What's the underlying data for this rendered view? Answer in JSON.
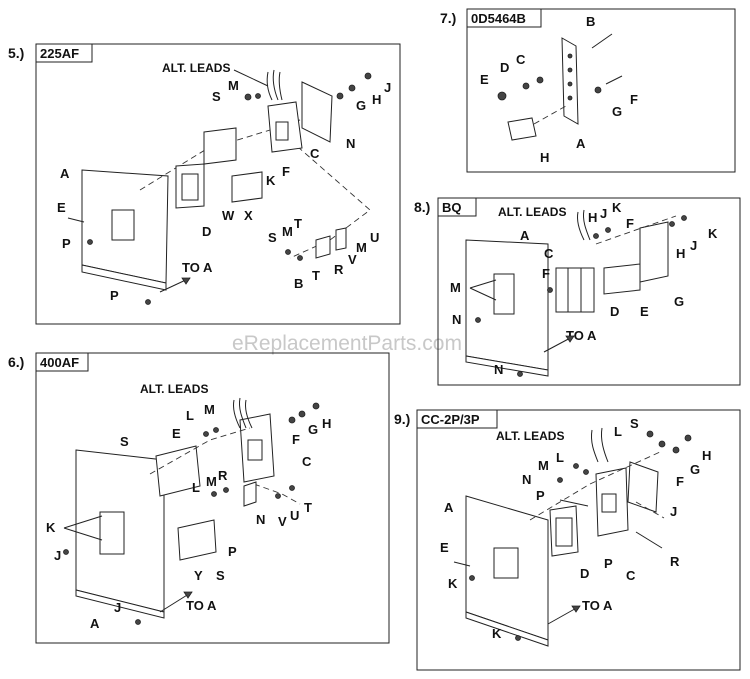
{
  "watermark": "eReplacementParts.com",
  "panels": [
    {
      "id": "225af",
      "number": "5.)",
      "tag": "225AF",
      "leads_label": "ALT. LEADS",
      "to_a": "TO A",
      "letters": [
        "M",
        "S",
        "G",
        "H",
        "J",
        "N",
        "C",
        "F",
        "K",
        "W",
        "X",
        "D",
        "A",
        "E",
        "P",
        "S",
        "M",
        "T",
        "B",
        "T",
        "R",
        "V",
        "M",
        "U",
        "P"
      ]
    },
    {
      "id": "0d5464b",
      "number": "7.)",
      "tag": "0D5464B",
      "letters": [
        "B",
        "C",
        "D",
        "E",
        "G",
        "F",
        "A",
        "H"
      ]
    },
    {
      "id": "bq",
      "number": "8.)",
      "tag": "BQ",
      "leads_label": "ALT. LEADS",
      "to_a": "TO A",
      "letters": [
        "H",
        "J",
        "K",
        "F",
        "J",
        "K",
        "A",
        "C",
        "F",
        "H",
        "M",
        "N",
        "D",
        "E",
        "G",
        "N"
      ]
    },
    {
      "id": "400af",
      "number": "6.)",
      "tag": "400AF",
      "leads_label": "ALT. LEADS",
      "to_a": "TO A",
      "letters": [
        "L",
        "M",
        "G",
        "H",
        "E",
        "F",
        "S",
        "C",
        "L",
        "M",
        "R",
        "K",
        "N",
        "V",
        "U",
        "T",
        "J",
        "P",
        "Y",
        "S",
        "J",
        "A"
      ]
    },
    {
      "id": "cc2p3p",
      "number": "9.)",
      "tag": "CC-2P/3P",
      "leads_label": "ALT. LEADS",
      "to_a": "TO A",
      "letters": [
        "L",
        "S",
        "G",
        "H",
        "M",
        "L",
        "N",
        "F",
        "P",
        "J",
        "A",
        "E",
        "K",
        "D",
        "P",
        "C",
        "R",
        "K"
      ]
    }
  ]
}
